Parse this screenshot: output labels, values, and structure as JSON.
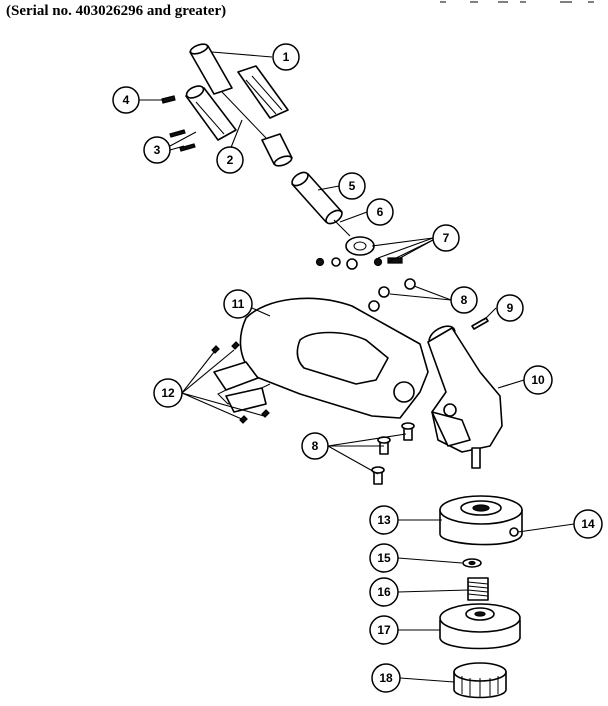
{
  "caption": "(Serial no. 403026296 and greater)",
  "callouts": [
    "1",
    "2",
    "3",
    "4",
    "5",
    "6",
    "7",
    "8",
    "8",
    "9",
    "10",
    "11",
    "12",
    "13",
    "14",
    "15",
    "16",
    "17",
    "18"
  ]
}
